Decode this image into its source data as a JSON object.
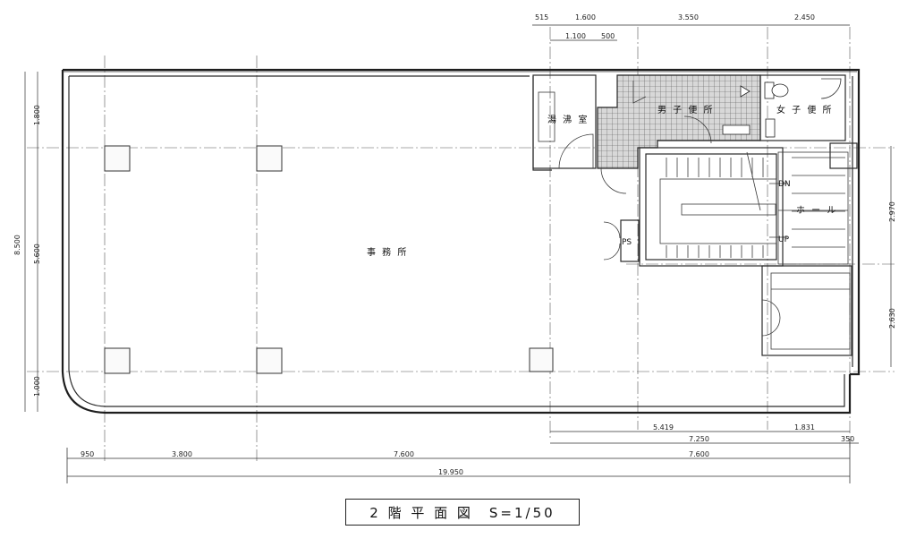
{
  "rooms": {
    "office": "事 務 所",
    "kitchen": "湯 沸 室",
    "mens_toilet": "男 子 便 所",
    "womens_toilet": "女 子 便 所",
    "hall": "ホ ー ル",
    "ps": "PS",
    "dn": "DN",
    "up": "UP"
  },
  "dimensions": {
    "top": [
      "515",
      "1.600",
      "1.100",
      "500",
      "3.550",
      "2.450"
    ],
    "left": [
      "1.800",
      "8.500",
      "5.600",
      "1.000"
    ],
    "right": [
      "2.970",
      "2.630"
    ],
    "bottom_row1": [
      "5.419",
      "1.831"
    ],
    "bottom_row2": [
      "7.250",
      "350"
    ],
    "bottom_row3": [
      "950",
      "3.800",
      "7.600",
      "7.600"
    ],
    "total": "19.950"
  },
  "title": {
    "text": "2 階 平 面 図　S=1/50"
  }
}
